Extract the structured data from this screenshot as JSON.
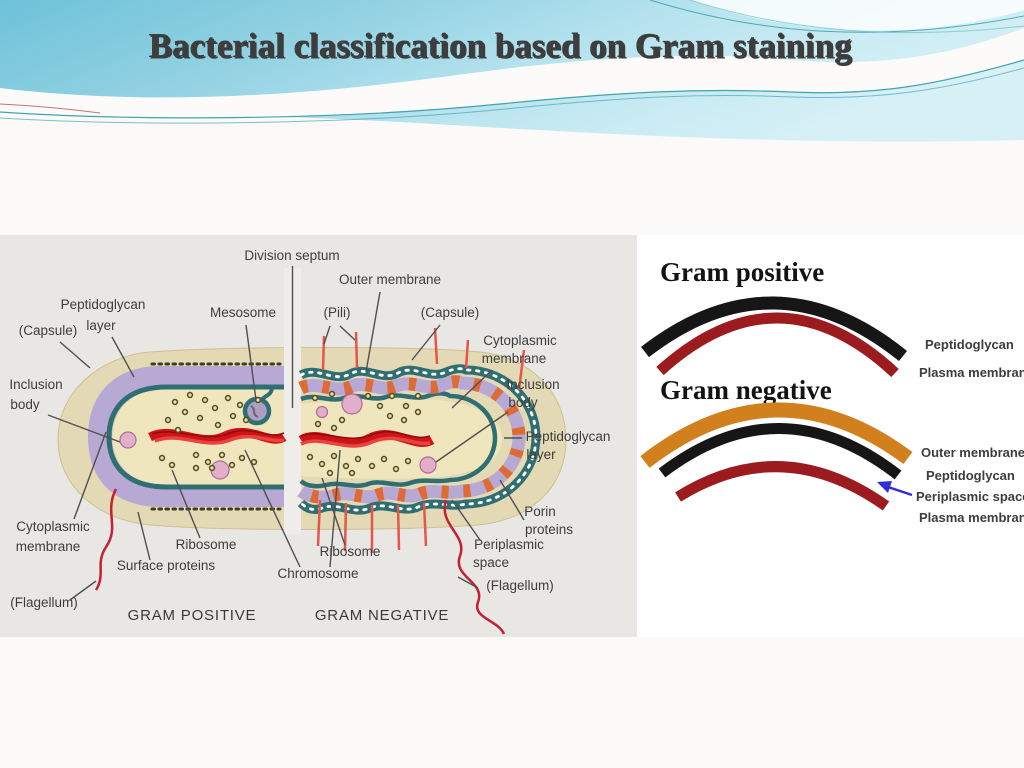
{
  "slide": {
    "title": "Bacterial classification based on Gram staining",
    "title_color": "#e21717"
  },
  "cell_diagram": {
    "captions": {
      "gram_positive": "GRAM POSITIVE",
      "gram_negative": "GRAM NEGATIVE"
    },
    "labels": {
      "division_septum": "Division septum",
      "outer_membrane": "Outer membrane",
      "peptidoglycan_layer_left": {
        "line1": "Peptidoglycan",
        "line2": "layer"
      },
      "capsule_left": "(Capsule)",
      "mesosome": "Mesosome",
      "pili": "(Pili)",
      "capsule_right": "(Capsule)",
      "cytoplasmic_membrane_right": {
        "line1": "Cytoplasmic",
        "line2": "membrane"
      },
      "inclusion_body_left": {
        "line1": "Inclusion",
        "line2": "body"
      },
      "inclusion_body_right": {
        "line1": "Inclusion",
        "line2": "body"
      },
      "peptidoglycan_layer_right": {
        "line1": "Peptidoglycan",
        "line2": "layer"
      },
      "porin_proteins": {
        "line1": "Porin",
        "line2": "proteins"
      },
      "cytoplasmic_membrane_left": {
        "line1": "Cytoplasmic",
        "line2": "membrane"
      },
      "ribosome_left": "Ribosome",
      "surface_proteins": "Surface proteins",
      "ribosome_right": "Ribosome",
      "chromosome": "Chromosome",
      "periplasmic_space": {
        "line1": "Periplasmic",
        "line2": "space"
      },
      "flagellum_left": "(Flagellum)",
      "flagellum_right": "(Flagellum)"
    }
  },
  "gram_positive_panel": {
    "heading": "Gram positive",
    "layers": [
      {
        "label": "Peptidoglycan",
        "color": "#161616"
      },
      {
        "label": "Plasma membrane",
        "color": "#9b1b1e"
      }
    ]
  },
  "gram_negative_panel": {
    "heading": "Gram negative",
    "arrow_color": "#2f2fd6",
    "layers": [
      {
        "label": "Outer membrane",
        "color": "#d2801e"
      },
      {
        "label": "Peptidoglycan",
        "color": "#161616"
      },
      {
        "label": "Periplasmic space",
        "color": "#3030d0"
      },
      {
        "label": "Plasma membrane",
        "color": "#9b1b1e"
      }
    ]
  }
}
